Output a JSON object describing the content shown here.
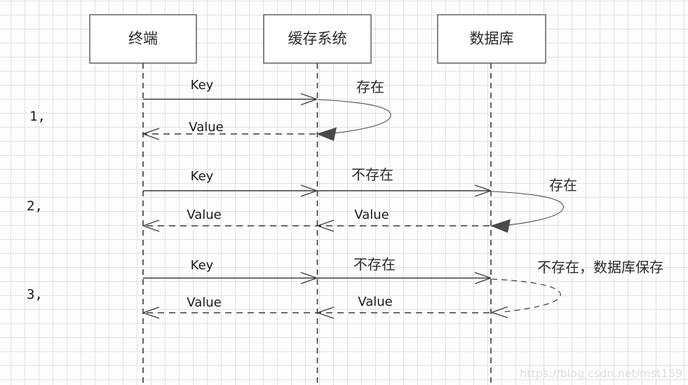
{
  "colors": {
    "background": "#fdfdfd",
    "grid_line": "#e1e1e1",
    "line": "#3c3c3c",
    "arrow_fill": "#4a4a4a",
    "watermark": "#dedede"
  },
  "participants": [
    {
      "id": "terminal",
      "label": "终端"
    },
    {
      "id": "cache",
      "label": "缓存系统"
    },
    {
      "id": "database",
      "label": "数据库"
    }
  ],
  "sections": [
    {
      "number": "1,",
      "request_label": "Key",
      "cache_status_label": "存在",
      "response_label": "Value"
    },
    {
      "number": "2,",
      "request_label": "Key",
      "cache_status_label": "不存在",
      "db_status_label": "存在",
      "response_label_cache": "Value",
      "response_label_db": "Value"
    },
    {
      "number": "3,",
      "request_label": "Key",
      "cache_status_label": "不存在",
      "db_status_label": "不存在，数据库保存",
      "response_label_cache": "Value",
      "response_label_db": "Value"
    }
  ],
  "watermark": "https://blog.csdn.net/mst159"
}
